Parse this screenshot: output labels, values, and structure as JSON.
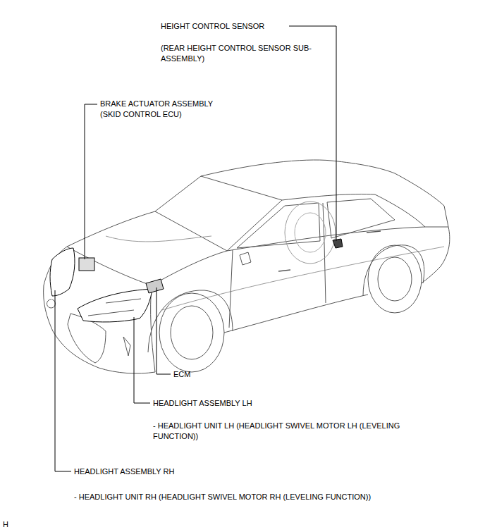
{
  "diagram": {
    "labels": [
      "HEIGHT CONTROL SENSOR",
      "(REAR HEIGHT CONTROL SENSOR SUB-ASSEMBLY)",
      "BRAKE ACTUATOR ASSEMBLY",
      "(SKID CONTROL ECU)",
      "ECM",
      "HEADLIGHT ASSEMBLY LH",
      "- HEADLIGHT UNIT LH (HEADLIGHT SWIVEL MOTOR LH (LEVELING FUNCTION))",
      "HEADLIGHT ASSEMBLY RH",
      "- HEADLIGHT UNIT RH (HEADLIGHT SWIVEL MOTOR RH (LEVELING FUNCTION))",
      "H"
    ]
  }
}
